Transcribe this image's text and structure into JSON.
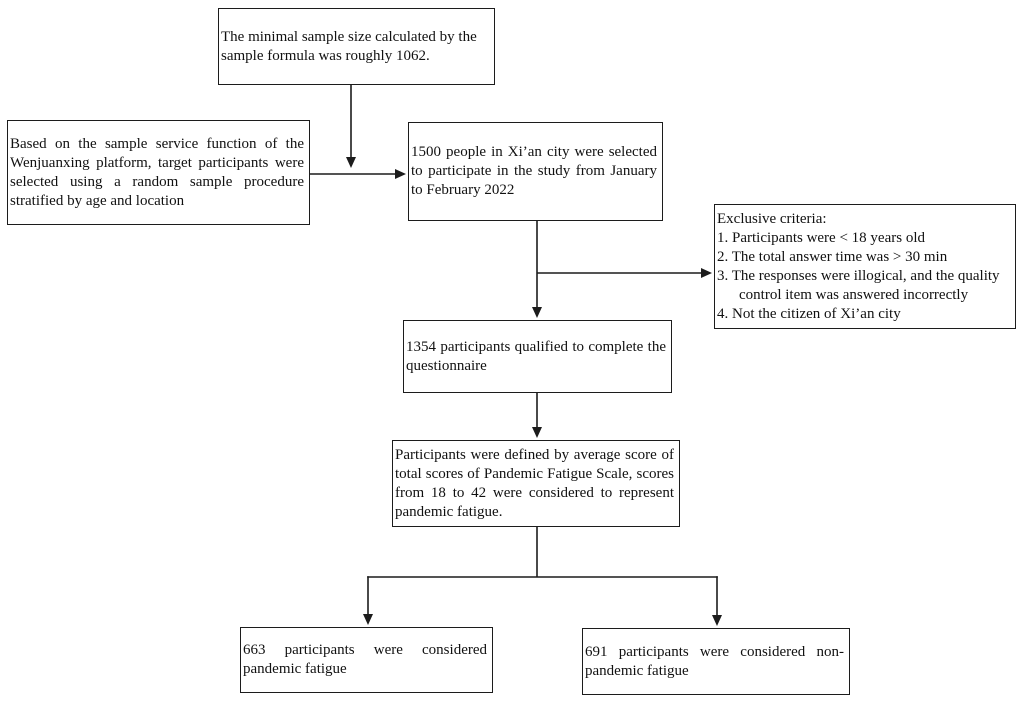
{
  "figure": {
    "background": "#ffffff",
    "line_color": "#1c1c1c",
    "text_color": "#111111"
  },
  "boxes": {
    "min_sample": {
      "text": "The minimal sample size calculated by the sample formula was roughly 1062."
    },
    "sampling_method": {
      "text": "Based on the sample service function of the Wenjuanxing platform, target participants were selected using a random sample procedure stratified by age and location"
    },
    "selected_1500": {
      "text": "1500 people in Xi’an city were selected to participate in the study from January to February 2022"
    },
    "exclusive_criteria": {
      "title": "Exclusive criteria:",
      "items": [
        "1. Participants were < 18 years old",
        "2. The total answer time was > 30 min",
        "3. The responses were illogical, and the quality control item was answered incorrectly",
        "4. Not the citizen of Xi’an city"
      ]
    },
    "qualified_1354": {
      "text": "1354 participants qualified to complete the questionnaire"
    },
    "fatigue_definition": {
      "text": "Participants were defined by average score of total scores of Pandemic Fatigue Scale, scores from 18 to 42 were considered to represent pandemic fatigue."
    },
    "fatigue_group": {
      "text": "663 participants were considered pandemic fatigue"
    },
    "non_fatigue_group": {
      "text": "691 participants were considered non-pandemic fatigue"
    }
  }
}
